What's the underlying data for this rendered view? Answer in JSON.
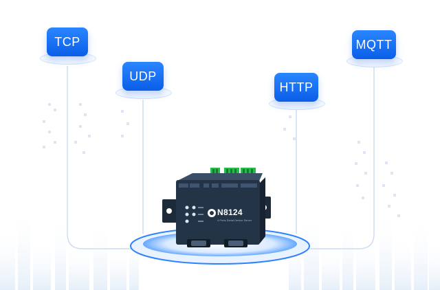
{
  "protocols": {
    "tcp": "TCP",
    "udp": "UDP",
    "http": "HTTP",
    "mqtt": "MQTT"
  },
  "device": {
    "model": "N8124",
    "subtitle": "4 Ports Serial Device Server"
  },
  "colors": {
    "accent": "#0a5ee8",
    "line": "#c9dcf1",
    "device": "#233447"
  }
}
